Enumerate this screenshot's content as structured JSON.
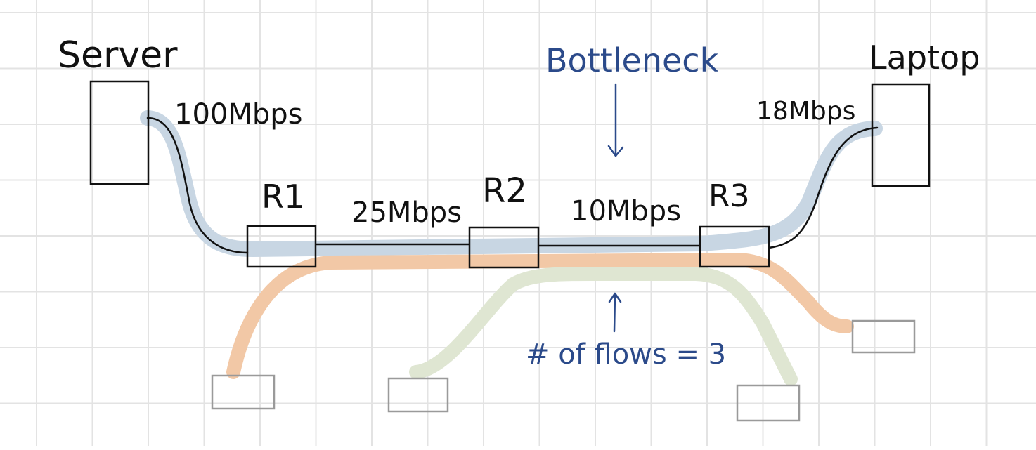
{
  "diagram": {
    "nodes": {
      "server": "Server",
      "laptop": "Laptop",
      "r1": "R1",
      "r2": "R2",
      "r3": "R3"
    },
    "links": {
      "server_r1": "100Mbps",
      "r1_r2": "25Mbps",
      "r2_r3": "10Mbps",
      "r3_laptop": "18Mbps"
    },
    "annotations": {
      "bottleneck": "Bottleneck",
      "flows": "# of flows = 3"
    },
    "colors": {
      "grid": "#e3e3e3",
      "ink": "#111111",
      "annotation": "#2b4a8a",
      "flow_blue": "#c8d6e3",
      "flow_orange": "#f2c8a6",
      "flow_green": "#dfe6d2",
      "endpoint_border": "#9a9a9a"
    }
  }
}
